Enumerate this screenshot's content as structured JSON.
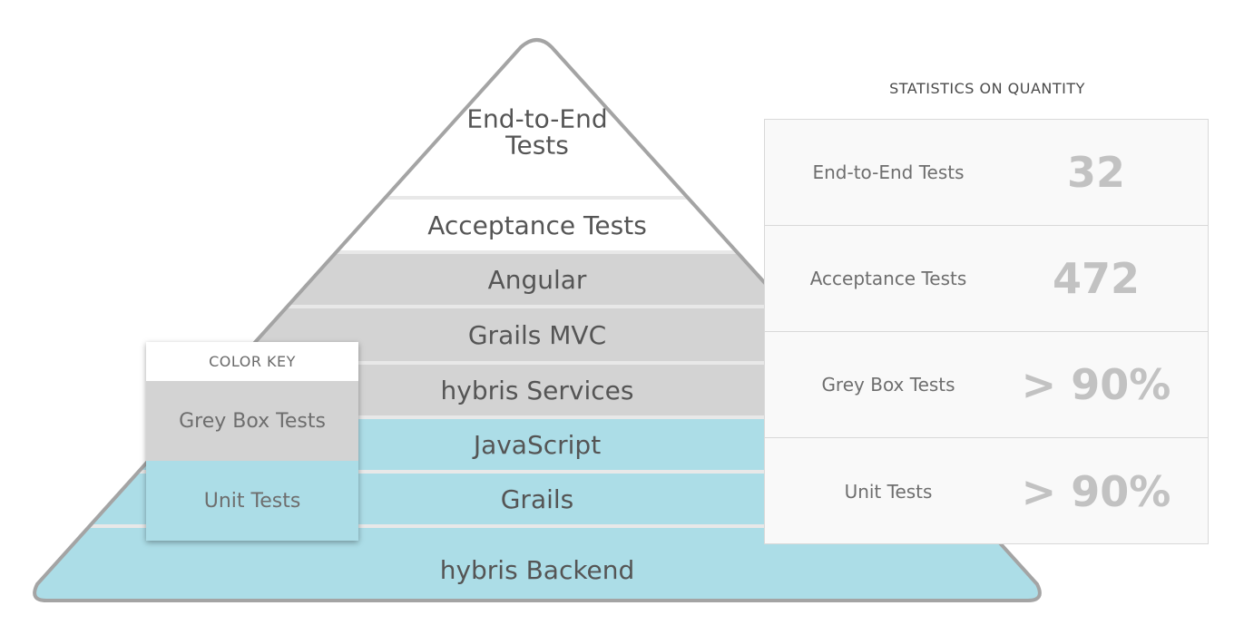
{
  "pyramid": {
    "layers": [
      {
        "label_lines": [
          "End-to-End",
          "Tests"
        ],
        "category": "white"
      },
      {
        "label_lines": [
          "Acceptance Tests"
        ],
        "category": "white"
      },
      {
        "label_lines": [
          "Angular"
        ],
        "category": "grey"
      },
      {
        "label_lines": [
          "Grails MVC"
        ],
        "category": "grey"
      },
      {
        "label_lines": [
          "hybris Services"
        ],
        "category": "grey"
      },
      {
        "label_lines": [
          "JavaScript"
        ],
        "category": "blue"
      },
      {
        "label_lines": [
          "Grails"
        ],
        "category": "blue"
      },
      {
        "label_lines": [
          "hybris Backend"
        ],
        "category": "blue"
      }
    ]
  },
  "color_key": {
    "title": "COLOR KEY",
    "grey_label": "Grey Box Tests",
    "blue_label": "Unit Tests"
  },
  "statistics": {
    "title": "STATISTICS ON QUANTITY",
    "rows": [
      {
        "label": "End-to-End Tests",
        "value": "32"
      },
      {
        "label": "Acceptance Tests",
        "value": "472"
      },
      {
        "label": "Grey Box Tests",
        "value": "> 90%"
      },
      {
        "label": "Unit Tests",
        "value": "> 90%"
      }
    ]
  },
  "colors": {
    "white": "#ffffff",
    "grey": "#d3d3d3",
    "blue": "#acdde7",
    "outline": "#a4a4a4",
    "separator": "#e8e8e8"
  }
}
